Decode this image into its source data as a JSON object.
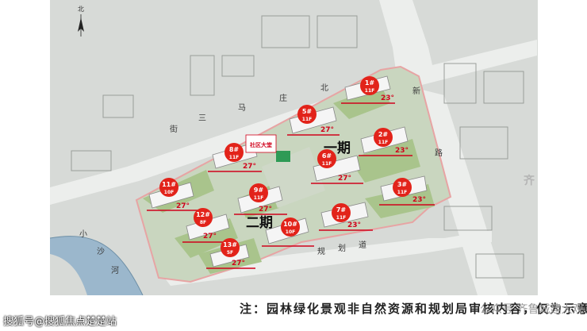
{
  "map": {
    "compass_label": "北",
    "community_gate": "社区大堂",
    "phase_one": "一期",
    "phase_two": "二期",
    "roads": [
      "三",
      "马",
      "庄",
      "北",
      "街",
      "新",
      "路",
      "规",
      "划",
      "道",
      "小",
      "沙",
      "河"
    ],
    "buildings": [
      {
        "id": "1#",
        "floors": "11F"
      },
      {
        "id": "2#",
        "floors": "11F"
      },
      {
        "id": "3#",
        "floors": "11F"
      },
      {
        "id": "5#",
        "floors": "11F"
      },
      {
        "id": "6#",
        "floors": "11F"
      },
      {
        "id": "7#",
        "floors": "11F"
      },
      {
        "id": "8#",
        "floors": "11F"
      },
      {
        "id": "9#",
        "floors": "11F"
      },
      {
        "id": "10#",
        "floors": "10F"
      },
      {
        "id": "11#",
        "floors": "10F"
      },
      {
        "id": "12#",
        "floors": "8F"
      },
      {
        "id": "13#",
        "floors": "5F"
      }
    ],
    "angles": [
      "23°",
      "23°",
      "23°",
      "27°",
      "27°",
      "27°",
      "27°",
      "27°",
      "27°",
      "23°",
      "27°"
    ],
    "colors": {
      "marker": "#e2231a",
      "angle_line": "#d0021b",
      "green": "#a9c48c",
      "plaza": "#cfd8c8",
      "road": "#eceeec",
      "river": "#8fb0c8"
    }
  },
  "note": "注：园林绿化景观非自然资源和规划局审核内容，仅为示意",
  "watermark": {
    "left": "搜狐号@搜狐焦点楚楚站",
    "right": "公众号·齐鲁城建大观",
    "edge": "齐"
  }
}
